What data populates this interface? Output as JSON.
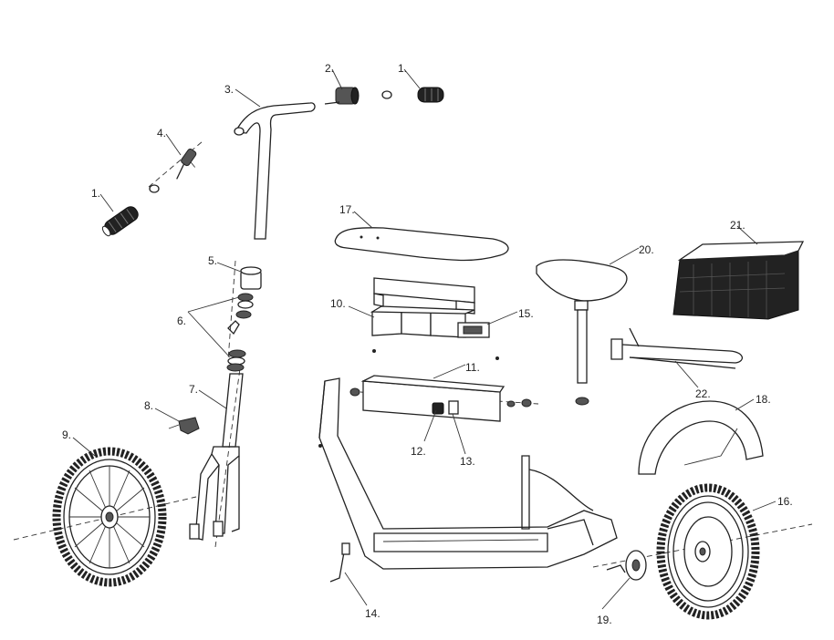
{
  "labels": {
    "p1a": "1.",
    "p1b": "1.",
    "p2": "2.",
    "p3": "3.",
    "p4": "4.",
    "p5": "5.",
    "p6": "6.",
    "p7": "7.",
    "p8": "8.",
    "p9": "9.",
    "p10": "10.",
    "p11": "11.",
    "p12": "12.",
    "p13": "13.",
    "p14": "14.",
    "p15": "15.",
    "p16": "16.",
    "p17": "17.",
    "p18": "18.",
    "p19": "19.",
    "p20": "20.",
    "p21": "21.",
    "p22": "22."
  }
}
